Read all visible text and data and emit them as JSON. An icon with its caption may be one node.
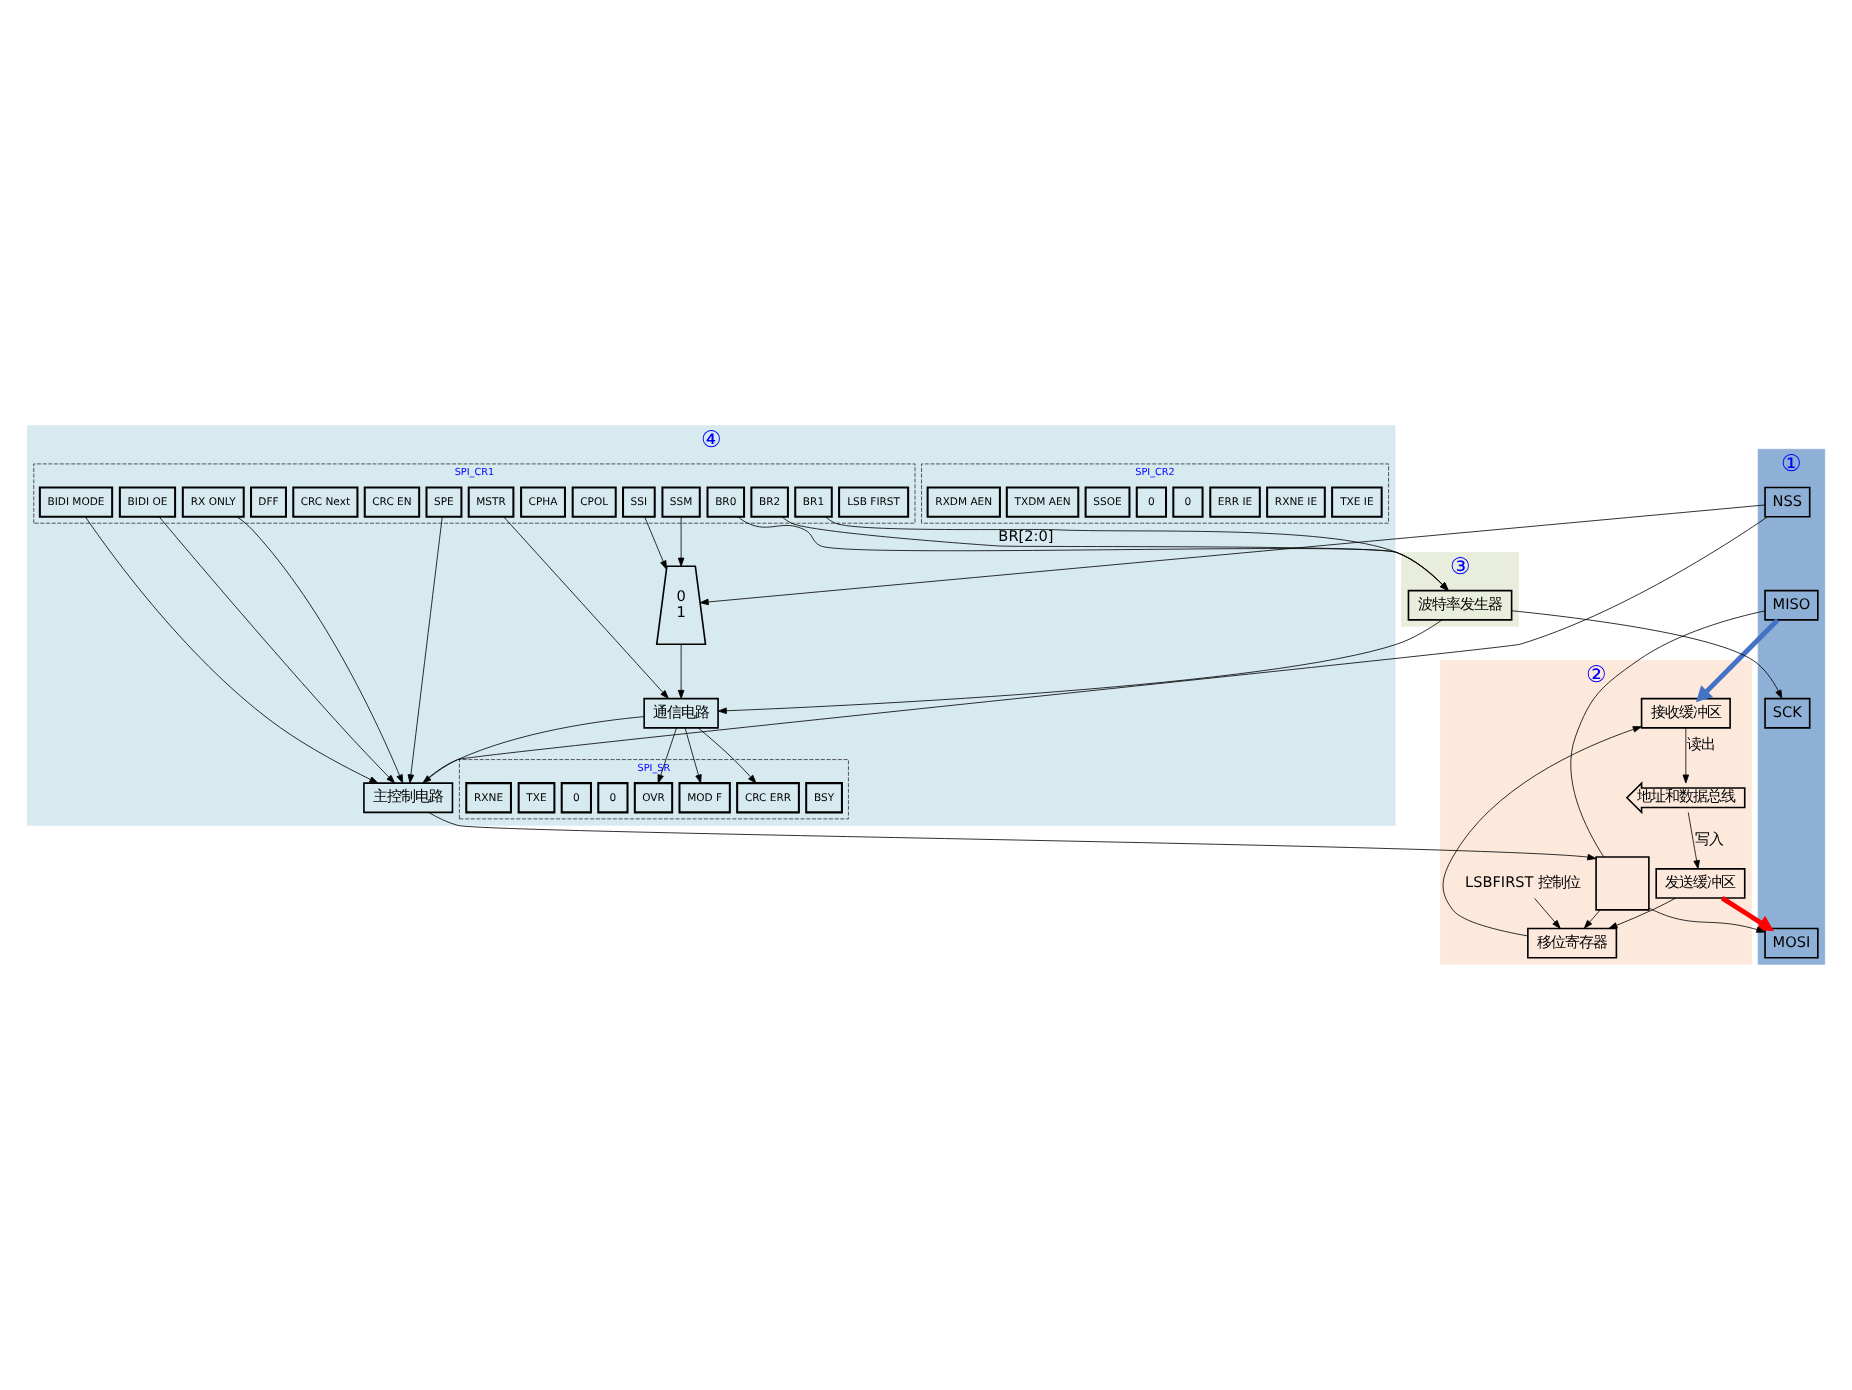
{
  "diagram": {
    "nodes": [
      {
        "text": [
          "①"
        ]
      },
      {
        "text": [
          "MOSI"
        ],
        "in": 0
      },
      {
        "text": [
          "MISO"
        ],
        "in": 0
      },
      {
        "text": [
          "SCK"
        ],
        "in": 0
      },
      {
        "text": [
          "NSS"
        ],
        "in": 0
      },
      {
        "text": [
          "②"
        ]
      },
      {
        "text": [
          "地址和数据总线"
        ],
        "in": 5
      },
      {
        "text": [
          "接收缓冲区"
        ],
        "in": 5
      },
      {
        "text": [
          "移位寄存器"
        ],
        "in": 5
      },
      {
        "text": [
          "发送缓冲区"
        ],
        "in": 5
      },
      {
        "text": [],
        "shape": "box",
        "in": 5
      },
      {
        "text": [
          "LSBFIRST 控制位"
        ],
        "in": 5
      },
      {
        "text": [
          "③"
        ]
      },
      {
        "text": [
          "波特率发生器"
        ],
        "in": 12
      },
      {
        "text": [
          "④"
        ]
      },
      {
        "text": [
          "SPI_CR2"
        ],
        "in": 14
      },
      {
        "text": [
          "TXE IE"
        ],
        "in": 15
      },
      {
        "text": [
          "RXNE IE"
        ],
        "in": 15
      },
      {
        "text": [
          "ERR IE"
        ],
        "in": 15
      },
      {
        "text": [
          "0"
        ],
        "in": 15
      },
      {
        "text": [
          "0"
        ],
        "in": 15
      },
      {
        "text": [
          "SSOE"
        ],
        "in": 15
      },
      {
        "text": [
          "TXDM AEN"
        ],
        "in": 15
      },
      {
        "text": [
          "RXDM AEN"
        ],
        "in": 15
      },
      {
        "text": [
          "SPI_SR"
        ],
        "in": 14
      },
      {
        "text": [
          "BSY"
        ],
        "in": 24
      },
      {
        "text": [
          "OVR"
        ],
        "in": 24
      },
      {
        "text": [
          "MOD F"
        ],
        "in": 24
      },
      {
        "text": [
          "CRC ERR"
        ],
        "in": 24
      },
      {
        "text": [
          "0"
        ],
        "in": 24
      },
      {
        "text": [
          "0"
        ],
        "in": 24
      },
      {
        "text": [
          "TXE"
        ],
        "in": 24
      },
      {
        "text": [
          "RXNE"
        ],
        "in": 24
      },
      {
        "text": [
          "通信电路"
        ],
        "in": 14
      },
      {
        "text": [
          "0",
          "1"
        ],
        "in": 14
      },
      {
        "text": [
          "SPI_CR1"
        ],
        "in": 14
      },
      {
        "text": [
          "LSB FIRST"
        ],
        "in": 35
      },
      {
        "text": [
          "SPE"
        ],
        "in": 35
      },
      {
        "text": [
          "BR2"
        ],
        "in": 35
      },
      {
        "text": [
          "BR1"
        ],
        "in": 35
      },
      {
        "text": [
          "BR0"
        ],
        "in": 35
      },
      {
        "text": [
          "MSTR"
        ],
        "in": 35
      },
      {
        "text": [
          "CPOL"
        ],
        "in": 35
      },
      {
        "text": [
          "CPHA"
        ],
        "in": 35
      },
      {
        "text": [
          "BIDI MODE"
        ],
        "in": 35
      },
      {
        "text": [
          "BIDI OE"
        ],
        "in": 35
      },
      {
        "text": [
          "CRC EN"
        ],
        "in": 35
      },
      {
        "text": [
          "CRC Next"
        ],
        "in": 35
      },
      {
        "text": [
          "DFF"
        ],
        "in": 35
      },
      {
        "text": [
          "RX ONLY"
        ],
        "in": 35
      },
      {
        "text": [
          "SSM"
        ],
        "in": 35
      },
      {
        "text": [
          "SSI"
        ],
        "in": 35
      },
      {
        "text": [
          "主控制电路"
        ],
        "in": 14
      }
    ],
    "edges": [
      {
        "from": 7,
        "to": 6,
        "arrow": "to",
        "label": "读出"
      },
      {
        "from": 6,
        "to": 9,
        "arrow": "to",
        "label": "写入"
      },
      {
        "from": 8,
        "to": 7,
        "arrow": "to"
      },
      {
        "from": 9,
        "to": 8,
        "arrow": "to"
      },
      {
        "from": 11,
        "to": 8,
        "arrow": "to"
      },
      {
        "from": 10,
        "to": 1,
        "arrow": "to"
      },
      {
        "from": 2,
        "to": 10,
        "arrow": "none"
      },
      {
        "from": 10,
        "to": 8,
        "arrow": "to"
      },
      {
        "from": 52,
        "to": 10,
        "arrow": "to"
      },
      {
        "from": 13,
        "to": 3,
        "arrow": "to"
      },
      {
        "from": 13,
        "to": 33,
        "arrow": "to"
      },
      {
        "from": 33,
        "to": 26,
        "arrow": "to"
      },
      {
        "from": 33,
        "to": 27,
        "arrow": "to"
      },
      {
        "from": 33,
        "to": 28,
        "arrow": "to"
      },
      {
        "from": 34,
        "to": 33,
        "arrow": "to"
      },
      {
        "from": 4,
        "to": 34,
        "arrow": "to"
      },
      {
        "from": 50,
        "to": 34,
        "arrow": "to"
      },
      {
        "from": 51,
        "to": 34,
        "arrow": "to"
      },
      {
        "from": 41,
        "to": 33,
        "arrow": "to"
      },
      {
        "from": 38,
        "to": 13,
        "arrow": "to",
        "label": "BR[2:0]"
      },
      {
        "from": 39,
        "to": 13,
        "arrow": "to"
      },
      {
        "from": 40,
        "to": 13,
        "arrow": "to"
      },
      {
        "from": 33,
        "to": 52,
        "arrow": "to"
      },
      {
        "from": 37,
        "to": 52,
        "arrow": "to"
      },
      {
        "from": 44,
        "to": 52,
        "arrow": "to"
      },
      {
        "from": 45,
        "to": 52,
        "arrow": "to"
      },
      {
        "from": 49,
        "to": 52,
        "arrow": "to"
      },
      {
        "from": 52,
        "to": 4,
        "arrow": "none"
      },
      {
        "from": 9,
        "to": 1,
        "arrow": "to",
        "style": "thick",
        "color": "#ff0000"
      },
      {
        "from": 2,
        "to": 7,
        "arrow": "to",
        "style": "thick",
        "color": "#4472c4"
      }
    ]
  }
}
